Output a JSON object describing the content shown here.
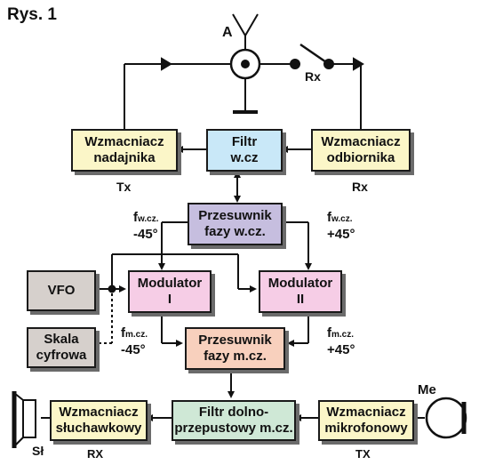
{
  "title": "Rys. 1",
  "blocks": {
    "tx_amp": "Wzmacniacz\nnadajnika",
    "rf_filter": "Filtr\nw.cz",
    "rx_amp": "Wzmacniacz\nodbiornika",
    "rf_phase": "Przesuwnik\nfazy w.cz.",
    "vfo": "VFO",
    "mod1": "Modulator\nI",
    "mod2": "Modulator\nII",
    "scale": "Skala\ncyfrowa",
    "af_phase": "Przesuwnik\nfazy m.cz.",
    "hp_amp": "Wzmacniacz\nsłuchawkowy",
    "lp_filter": "Filtr dolno-\nprzepustowy m.cz.",
    "mic_amp": "Wzmacniacz\nmikrofonowy"
  },
  "labels": {
    "antenna": "A",
    "switch": "Rx",
    "tx_under": "Tx",
    "rx_under": "Rx",
    "rx_bottom": "RX",
    "tx_bottom": "TX",
    "headphones": "Sł",
    "microphone": "Me"
  },
  "freq": {
    "rf_left": {
      "f": "f",
      "sub": "w.cz.",
      "deg": "-45°"
    },
    "rf_right": {
      "f": "f",
      "sub": "w.cz.",
      "deg": "+45°"
    },
    "af_left": {
      "f": "f",
      "sub": "m.cz.",
      "deg": "-45°"
    },
    "af_right": {
      "f": "f",
      "sub": "m.cz.",
      "deg": "+45°"
    }
  }
}
